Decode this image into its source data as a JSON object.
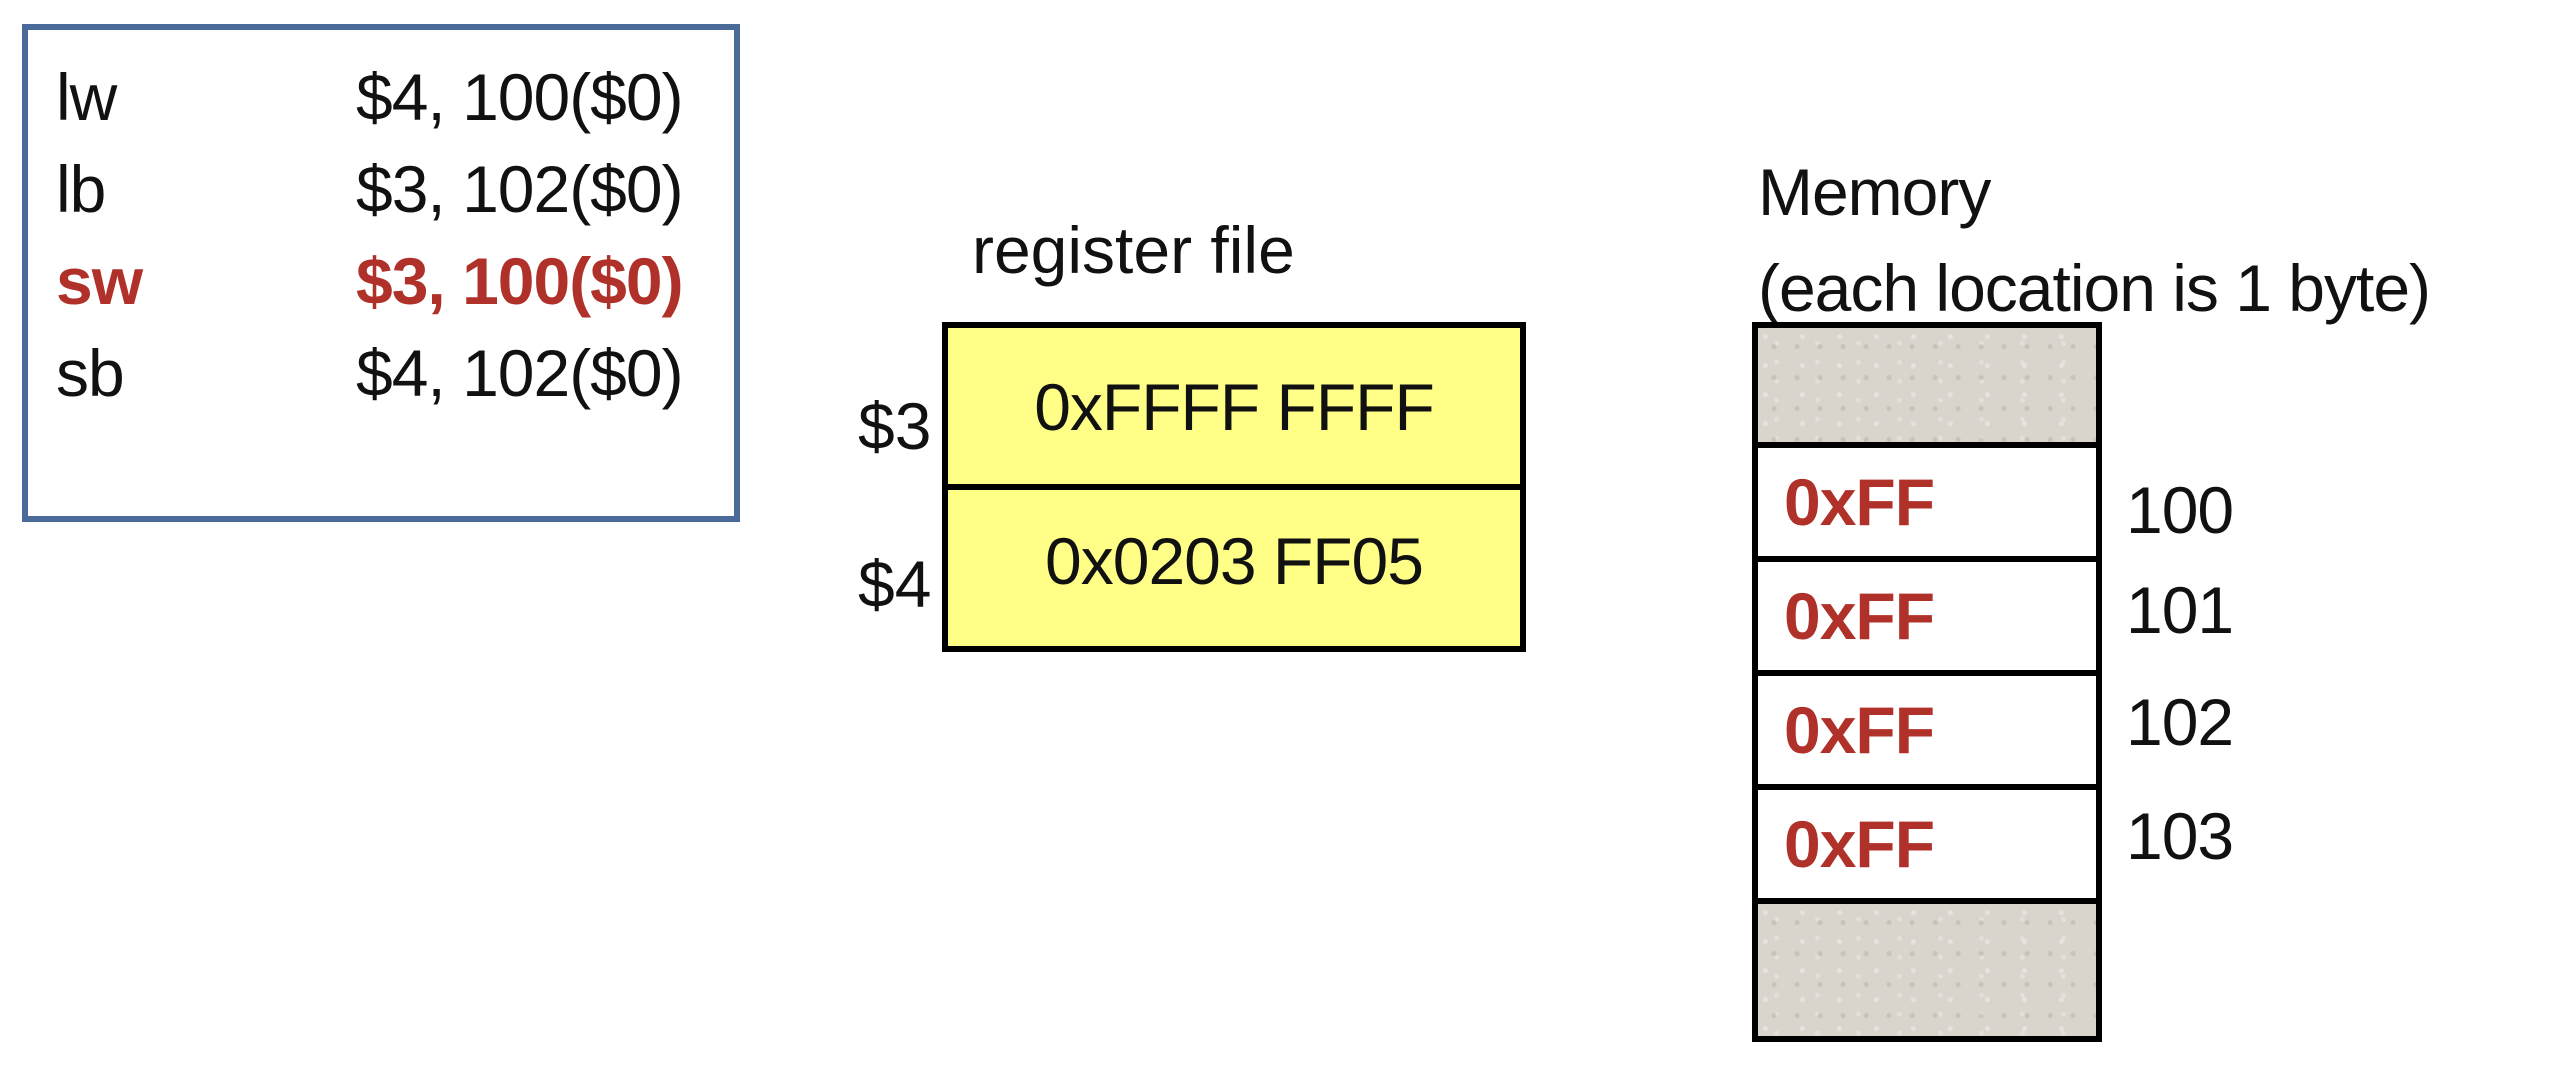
{
  "instructions": [
    {
      "op": "lw",
      "args": "$4, 100($0)",
      "highlighted": false
    },
    {
      "op": "lb",
      "args": "$3, 102($0)",
      "highlighted": false
    },
    {
      "op": "sw",
      "args": "$3, 100($0)",
      "highlighted": true
    },
    {
      "op": "sb",
      "args": "$4, 102($0)",
      "highlighted": false
    }
  ],
  "register_file": {
    "title": "register file",
    "registers": [
      {
        "name": "$3",
        "value": "0xFFFF FFFF"
      },
      {
        "name": "$4",
        "value": "0x0203 FF05"
      }
    ]
  },
  "memory": {
    "title_line1": "Memory",
    "title_line2": "(each location is 1 byte)",
    "cells": [
      {
        "value": "0xFF",
        "address": "100"
      },
      {
        "value": "0xFF",
        "address": "101"
      },
      {
        "value": "0xFF",
        "address": "102"
      },
      {
        "value": "0xFF",
        "address": "103"
      }
    ]
  },
  "colors": {
    "highlight": "#b0302a",
    "box_border": "#4a6a99",
    "register_fill": "#ffff88",
    "memory_shade": "#d9d4cc"
  }
}
